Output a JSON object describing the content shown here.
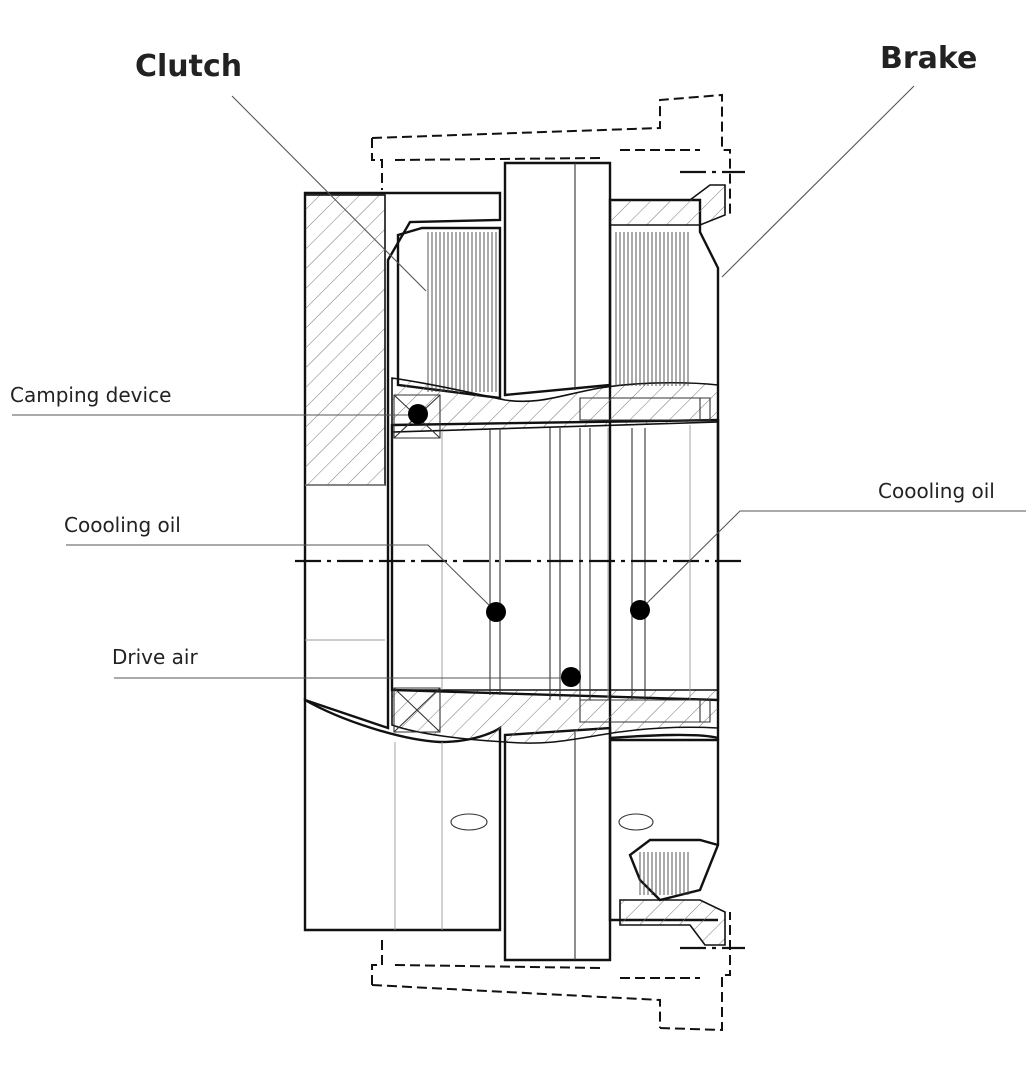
{
  "labels": {
    "clutch": "Clutch",
    "brake": "Brake",
    "clamping_device": "Camping device",
    "cooling_oil_left": "Coooling oil",
    "cooling_oil_right": "Coooling oil",
    "drive_air": "Drive air"
  },
  "colors": {
    "line": "#111111",
    "text": "#222222",
    "marker": "#000000"
  }
}
